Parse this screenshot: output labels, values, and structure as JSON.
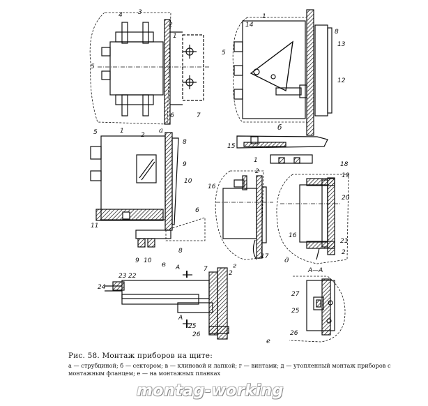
{
  "figure": {
    "caption_title": "Рис. 58. Монтаж приборов на щите:",
    "caption_legend": "а — струбциной; б — сектором; в — клиновой и лапкой; г — винтами; д — утопленный монтаж приборов с монтажным фланцем; е — на монтажных планках",
    "watermark": "montag-working"
  },
  "panels": {
    "a": "а",
    "b": "б",
    "v": "в",
    "g": "г",
    "d": "д",
    "e": "е"
  },
  "section": {
    "mark": "А",
    "title": "А—А"
  },
  "labels": {
    "n1": "1",
    "n2": "2",
    "n3": "3",
    "n4": "4",
    "n5": "5",
    "n6": "6",
    "n7": "7",
    "n8": "8",
    "n9": "9",
    "n10": "10",
    "n11": "11",
    "n12": "12",
    "n13": "13",
    "n14": "14",
    "n15": "15",
    "n16": "16",
    "n17": "17",
    "n18": "18",
    "n19": "19",
    "n20": "20",
    "n21": "21",
    "n22": "22",
    "n23": "23",
    "n24": "24",
    "n25": "25",
    "n26": "26",
    "n27": "27"
  }
}
